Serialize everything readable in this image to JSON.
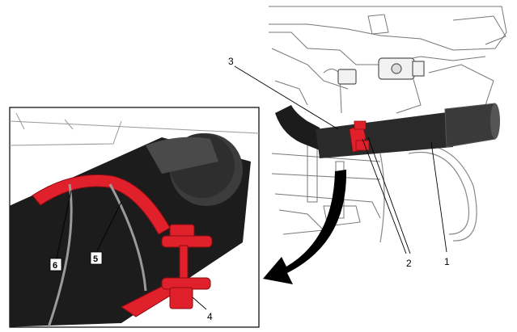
{
  "figure": {
    "callouts": [
      "1",
      "2",
      "3",
      "4",
      "5",
      "6"
    ],
    "colors": {
      "clamp": "#e0202a",
      "pipe": "#1c1c1c",
      "line_art": "#555555",
      "background": "#ffffff"
    },
    "parts_shown": [
      "exhaust-pipe",
      "exhaust-clamp",
      "clamp-bolt-nut",
      "rear-suspension-line-art",
      "wheel-outline"
    ]
  }
}
